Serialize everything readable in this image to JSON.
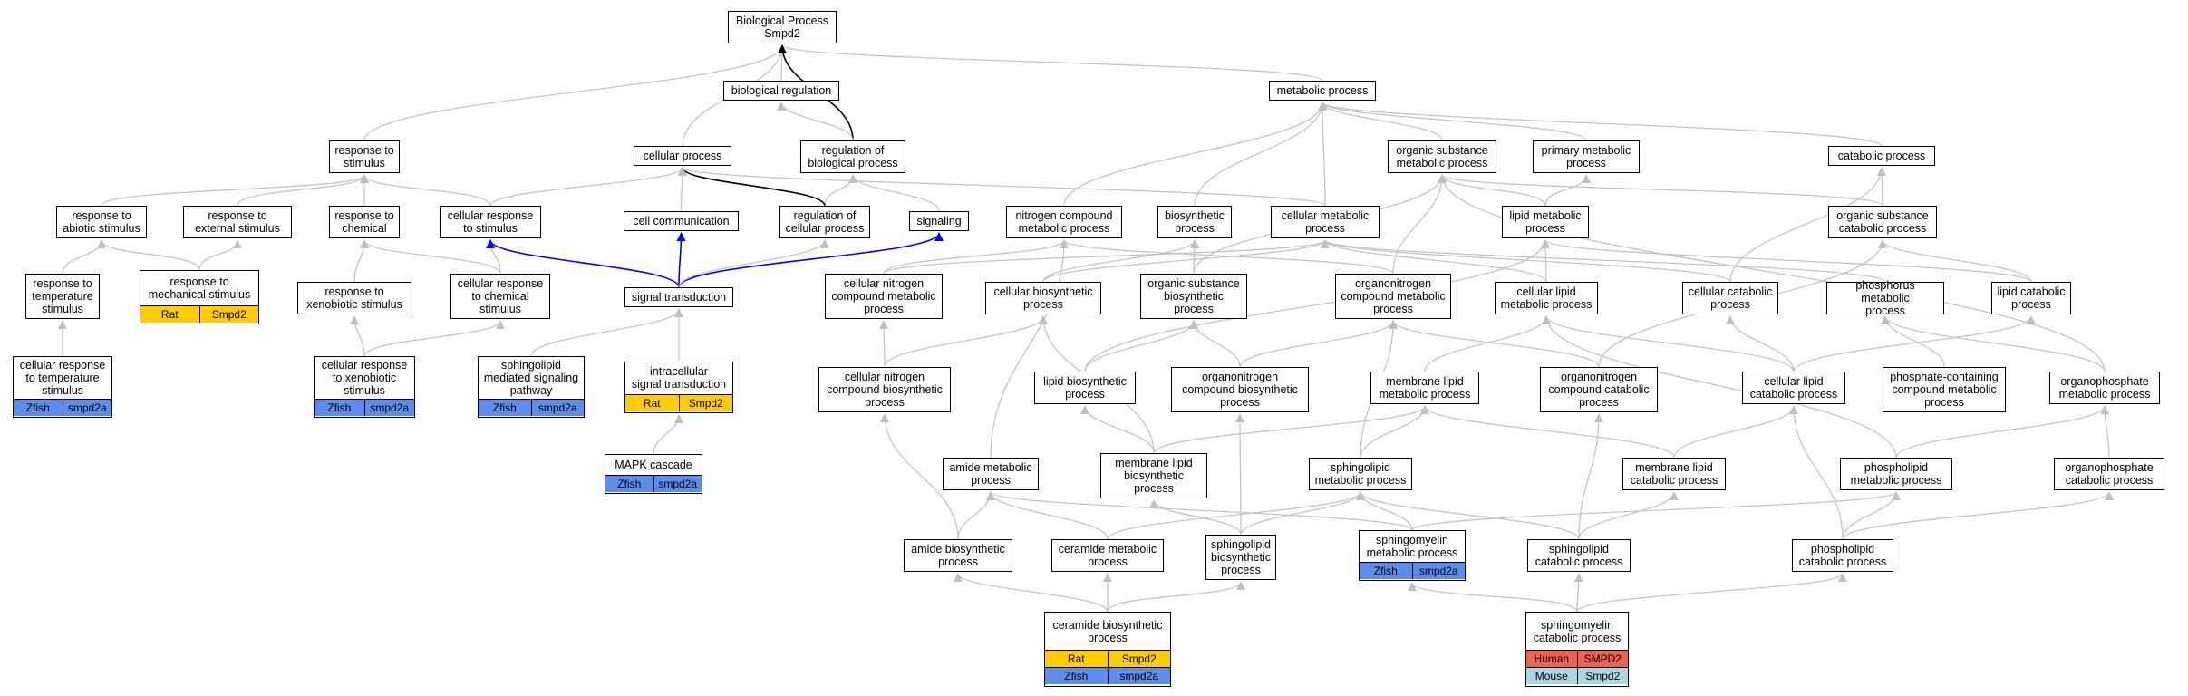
{
  "nodes": [
    {
      "id": "bp",
      "label": "Biological Process\nSmpd2"
    },
    {
      "id": "bioreg",
      "label": "biological regulation"
    },
    {
      "id": "metab",
      "label": "metabolic process"
    },
    {
      "id": "resp_stim",
      "label": "response to\nstimulus"
    },
    {
      "id": "cell_proc",
      "label": "cellular process"
    },
    {
      "id": "reg_bio",
      "label": "regulation of\nbiological process"
    },
    {
      "id": "org_sub_met",
      "label": "organic substance\nmetabolic process"
    },
    {
      "id": "prim_met",
      "label": "primary metabolic\nprocess"
    },
    {
      "id": "catab",
      "label": "catabolic process"
    },
    {
      "id": "resp_abiotic",
      "label": "response to\nabiotic stimulus"
    },
    {
      "id": "resp_ext",
      "label": "response to\nexternal stimulus"
    },
    {
      "id": "resp_chem",
      "label": "response to\nchemical"
    },
    {
      "id": "cell_resp_stim",
      "label": "cellular response\nto stimulus"
    },
    {
      "id": "cell_comm",
      "label": "cell communication"
    },
    {
      "id": "reg_cell",
      "label": "regulation of\ncellular process"
    },
    {
      "id": "signaling",
      "label": "signaling"
    },
    {
      "id": "nitro_met",
      "label": "nitrogen compound\nmetabolic process"
    },
    {
      "id": "biosyn",
      "label": "biosynthetic\nprocess"
    },
    {
      "id": "cell_met",
      "label": "cellular metabolic\nprocess"
    },
    {
      "id": "lipid_met",
      "label": "lipid metabolic\nprocess"
    },
    {
      "id": "org_sub_cat",
      "label": "organic substance\ncatabolic process"
    },
    {
      "id": "resp_temp",
      "label": "response to\ntemperature\nstimulus"
    },
    {
      "id": "resp_mech",
      "label": "response to\nmechanical stimulus",
      "species": [
        [
          "Rat",
          "Smpd2",
          "rat"
        ]
      ]
    },
    {
      "id": "resp_xeno",
      "label": "response to\nxenobiotic stimulus"
    },
    {
      "id": "cell_resp_chem",
      "label": "cellular response\nto chemical\nstimulus"
    },
    {
      "id": "sig_trans",
      "label": "signal transduction"
    },
    {
      "id": "cell_nitro_met",
      "label": "cellular nitrogen\ncompound metabolic\nprocess"
    },
    {
      "id": "cell_biosyn",
      "label": "cellular biosynthetic\nprocess"
    },
    {
      "id": "org_sub_biosyn",
      "label": "organic substance\nbiosynthetic\nprocess"
    },
    {
      "id": "organonitro_met",
      "label": "organonitrogen\ncompound metabolic\nprocess"
    },
    {
      "id": "cell_lipid_met",
      "label": "cellular lipid\nmetabolic process"
    },
    {
      "id": "cell_catab",
      "label": "cellular catabolic\nprocess"
    },
    {
      "id": "phos_met",
      "label": "phosphorus metabolic\nprocess"
    },
    {
      "id": "lipid_cat",
      "label": "lipid catabolic\nprocess"
    },
    {
      "id": "cell_resp_temp",
      "label": "cellular response\nto temperature\nstimulus",
      "species": [
        [
          "Zfish",
          "smpd2a",
          "zfish"
        ]
      ]
    },
    {
      "id": "cell_resp_xeno",
      "label": "cellular response\nto xenobiotic\nstimulus",
      "species": [
        [
          "Zfish",
          "smpd2a",
          "zfish"
        ]
      ]
    },
    {
      "id": "sphingo_sig",
      "label": "sphingolipid\nmediated signaling\npathway",
      "species": [
        [
          "Zfish",
          "smpd2a",
          "zfish"
        ]
      ]
    },
    {
      "id": "intra_sig",
      "label": "intracellular\nsignal transduction",
      "species": [
        [
          "Rat",
          "Smpd2",
          "rat"
        ]
      ]
    },
    {
      "id": "cell_nitro_biosyn",
      "label": "cellular nitrogen\ncompound biosynthetic\nprocess"
    },
    {
      "id": "lipid_biosyn",
      "label": "lipid biosynthetic\nprocess"
    },
    {
      "id": "organonitro_biosyn",
      "label": "organonitrogen\ncompound biosynthetic\nprocess"
    },
    {
      "id": "mem_lipid_met",
      "label": "membrane lipid\nmetabolic process"
    },
    {
      "id": "organonitro_cat",
      "label": "organonitrogen\ncompound catabolic\nprocess"
    },
    {
      "id": "cell_lipid_cat",
      "label": "cellular lipid\ncatabolic process"
    },
    {
      "id": "phos_cont_met",
      "label": "phosphate-containing\ncompound metabolic\nprocess"
    },
    {
      "id": "organophos_met",
      "label": "organophosphate\nmetabolic process"
    },
    {
      "id": "mapk",
      "label": "MAPK cascade",
      "species": [
        [
          "Zfish",
          "smpd2a",
          "zfish"
        ]
      ]
    },
    {
      "id": "amide_met",
      "label": "amide metabolic\nprocess"
    },
    {
      "id": "mem_lipid_biosyn",
      "label": "membrane lipid\nbiosynthetic\nprocess"
    },
    {
      "id": "sphingolipid_met",
      "label": "sphingolipid\nmetabolic process"
    },
    {
      "id": "mem_lipid_cat",
      "label": "membrane lipid\ncatabolic process"
    },
    {
      "id": "phospholipid_met",
      "label": "phospholipid\nmetabolic process"
    },
    {
      "id": "organophos_cat",
      "label": "organophosphate\ncatabolic process"
    },
    {
      "id": "amide_biosyn",
      "label": "amide biosynthetic\nprocess"
    },
    {
      "id": "ceramide_met",
      "label": "ceramide metabolic\nprocess"
    },
    {
      "id": "sphingolipid_biosyn",
      "label": "sphingolipid\nbiosynthetic\nprocess"
    },
    {
      "id": "sphingomyelin_met",
      "label": "sphingomyelin\nmetabolic process",
      "species": [
        [
          "Zfish",
          "smpd2a",
          "zfish"
        ]
      ]
    },
    {
      "id": "sphingolipid_cat",
      "label": "sphingolipid\ncatabolic process"
    },
    {
      "id": "phospholipid_cat",
      "label": "phospholipid\ncatabolic process"
    },
    {
      "id": "ceramide_biosyn",
      "label": "ceramide biosynthetic\nprocess",
      "species": [
        [
          "Rat",
          "Smpd2",
          "rat"
        ],
        [
          "Zfish",
          "smpd2a",
          "zfish"
        ]
      ]
    },
    {
      "id": "sphingomyelin_cat",
      "label": "sphingomyelin\ncatabolic process",
      "species": [
        [
          "Human",
          "SMPD2",
          "human"
        ],
        [
          "Mouse",
          "Smpd2",
          "mouse"
        ]
      ]
    }
  ],
  "edges": [
    [
      "bioreg",
      "bp",
      "gray"
    ],
    [
      "metab",
      "bp",
      "gray"
    ],
    [
      "resp_stim",
      "bp",
      "gray"
    ],
    [
      "cell_proc",
      "bp",
      "gray"
    ],
    [
      "reg_bio",
      "bp",
      "black"
    ],
    [
      "reg_bio",
      "bioreg",
      "gray"
    ],
    [
      "reg_cell",
      "reg_bio",
      "gray"
    ],
    [
      "signaling",
      "reg_bio",
      "gray"
    ],
    [
      "resp_abiotic",
      "resp_stim",
      "gray"
    ],
    [
      "resp_ext",
      "resp_stim",
      "gray"
    ],
    [
      "resp_chem",
      "resp_stim",
      "gray"
    ],
    [
      "cell_resp_stim",
      "resp_stim",
      "gray"
    ],
    [
      "cell_resp_stim",
      "cell_proc",
      "gray"
    ],
    [
      "cell_comm",
      "cell_proc",
      "gray"
    ],
    [
      "reg_cell",
      "cell_proc",
      "black"
    ],
    [
      "cell_met",
      "cell_proc",
      "gray"
    ],
    [
      "org_sub_met",
      "metab",
      "gray"
    ],
    [
      "prim_met",
      "metab",
      "gray"
    ],
    [
      "catab",
      "metab",
      "gray"
    ],
    [
      "nitro_met",
      "metab",
      "gray"
    ],
    [
      "biosyn",
      "metab",
      "gray"
    ],
    [
      "cell_met",
      "metab",
      "gray"
    ],
    [
      "lipid_met",
      "org_sub_met",
      "gray"
    ],
    [
      "org_sub_cat",
      "org_sub_met",
      "gray"
    ],
    [
      "organonitro_met",
      "org_sub_met",
      "gray"
    ],
    [
      "org_sub_biosyn",
      "org_sub_met",
      "gray"
    ],
    [
      "lipid_met",
      "prim_met",
      "gray"
    ],
    [
      "org_sub_cat",
      "catab",
      "gray"
    ],
    [
      "cell_catab",
      "catab",
      "gray"
    ],
    [
      "resp_temp",
      "resp_abiotic",
      "gray"
    ],
    [
      "resp_mech",
      "resp_abiotic",
      "gray"
    ],
    [
      "resp_mech",
      "resp_ext",
      "gray"
    ],
    [
      "resp_xeno",
      "resp_chem",
      "gray"
    ],
    [
      "cell_resp_chem",
      "resp_chem",
      "gray"
    ],
    [
      "cell_resp_chem",
      "cell_resp_stim",
      "gray"
    ],
    [
      "sig_trans",
      "cell_resp_stim",
      "blue"
    ],
    [
      "sig_trans",
      "cell_comm",
      "blue"
    ],
    [
      "sig_trans",
      "signaling",
      "blue"
    ],
    [
      "sig_trans",
      "reg_cell",
      "gray"
    ],
    [
      "cell_resp_temp",
      "resp_temp",
      "gray"
    ],
    [
      "cell_resp_xeno",
      "resp_xeno",
      "gray"
    ],
    [
      "cell_resp_xeno",
      "cell_resp_chem",
      "gray"
    ],
    [
      "sphingo_sig",
      "sig_trans",
      "gray"
    ],
    [
      "intra_sig",
      "sig_trans",
      "gray"
    ],
    [
      "mapk",
      "intra_sig",
      "gray"
    ],
    [
      "cell_nitro_met",
      "nitro_met",
      "gray"
    ],
    [
      "cell_nitro_met",
      "cell_met",
      "gray"
    ],
    [
      "organonitro_met",
      "nitro_met",
      "gray"
    ],
    [
      "cell_biosyn",
      "biosyn",
      "gray"
    ],
    [
      "cell_biosyn",
      "cell_met",
      "gray"
    ],
    [
      "org_sub_biosyn",
      "biosyn",
      "gray"
    ],
    [
      "cell_lipid_met",
      "lipid_met",
      "gray"
    ],
    [
      "cell_lipid_met",
      "cell_met",
      "gray"
    ],
    [
      "cell_catab",
      "cell_met",
      "gray"
    ],
    [
      "phos_met",
      "cell_met",
      "gray"
    ],
    [
      "lipid_cat",
      "lipid_met",
      "gray"
    ],
    [
      "lipid_cat",
      "org_sub_cat",
      "gray"
    ],
    [
      "cell_nitro_biosyn",
      "cell_nitro_met",
      "gray"
    ],
    [
      "cell_nitro_biosyn",
      "cell_biosyn",
      "gray"
    ],
    [
      "lipid_biosyn",
      "lipid_met",
      "gray"
    ],
    [
      "lipid_biosyn",
      "org_sub_biosyn",
      "gray"
    ],
    [
      "organonitro_biosyn",
      "organonitro_met",
      "gray"
    ],
    [
      "organonitro_biosyn",
      "org_sub_biosyn",
      "gray"
    ],
    [
      "mem_lipid_met",
      "cell_lipid_met",
      "gray"
    ],
    [
      "organonitro_cat",
      "organonitro_met",
      "gray"
    ],
    [
      "organonitro_cat",
      "org_sub_cat",
      "gray"
    ],
    [
      "cell_lipid_cat",
      "cell_lipid_met",
      "gray"
    ],
    [
      "cell_lipid_cat",
      "cell_catab",
      "gray"
    ],
    [
      "cell_lipid_cat",
      "lipid_cat",
      "gray"
    ],
    [
      "phos_cont_met",
      "phos_met",
      "gray"
    ],
    [
      "organophos_met",
      "phos_met",
      "gray"
    ],
    [
      "organophos_met",
      "org_sub_met",
      "gray"
    ],
    [
      "amide_met",
      "nitro_met",
      "gray"
    ],
    [
      "mem_lipid_biosyn",
      "mem_lipid_met",
      "gray"
    ],
    [
      "mem_lipid_biosyn",
      "lipid_biosyn",
      "gray"
    ],
    [
      "mem_lipid_biosyn",
      "cell_biosyn",
      "gray"
    ],
    [
      "sphingolipid_met",
      "mem_lipid_met",
      "gray"
    ],
    [
      "sphingolipid_met",
      "organonitro_met",
      "gray"
    ],
    [
      "mem_lipid_cat",
      "mem_lipid_met",
      "gray"
    ],
    [
      "mem_lipid_cat",
      "cell_lipid_cat",
      "gray"
    ],
    [
      "phospholipid_met",
      "organophos_met",
      "gray"
    ],
    [
      "phospholipid_met",
      "cell_lipid_met",
      "gray"
    ],
    [
      "organophos_cat",
      "organophos_met",
      "gray"
    ],
    [
      "amide_biosyn",
      "amide_met",
      "gray"
    ],
    [
      "amide_biosyn",
      "cell_nitro_biosyn",
      "gray"
    ],
    [
      "ceramide_met",
      "amide_met",
      "gray"
    ],
    [
      "ceramide_met",
      "sphingolipid_met",
      "gray"
    ],
    [
      "sphingolipid_biosyn",
      "sphingolipid_met",
      "gray"
    ],
    [
      "sphingolipid_biosyn",
      "mem_lipid_biosyn",
      "gray"
    ],
    [
      "sphingolipid_biosyn",
      "organonitro_biosyn",
      "gray"
    ],
    [
      "sphingomyelin_met",
      "sphingolipid_met",
      "gray"
    ],
    [
      "sphingomyelin_met",
      "phospholipid_met",
      "gray"
    ],
    [
      "sphingomyelin_met",
      "amide_met",
      "gray"
    ],
    [
      "sphingolipid_cat",
      "sphingolipid_met",
      "gray"
    ],
    [
      "sphingolipid_cat",
      "mem_lipid_cat",
      "gray"
    ],
    [
      "sphingolipid_cat",
      "organonitro_cat",
      "gray"
    ],
    [
      "phospholipid_cat",
      "phospholipid_met",
      "gray"
    ],
    [
      "phospholipid_cat",
      "organophos_cat",
      "gray"
    ],
    [
      "phospholipid_cat",
      "cell_lipid_cat",
      "gray"
    ],
    [
      "ceramide_biosyn",
      "ceramide_met",
      "gray"
    ],
    [
      "ceramide_biosyn",
      "amide_biosyn",
      "gray"
    ],
    [
      "ceramide_biosyn",
      "sphingolipid_biosyn",
      "gray"
    ],
    [
      "sphingomyelin_cat",
      "sphingomyelin_met",
      "gray"
    ],
    [
      "sphingomyelin_cat",
      "sphingolipid_cat",
      "gray"
    ],
    [
      "sphingomyelin_cat",
      "phospholipid_cat",
      "gray"
    ]
  ],
  "colors": {
    "gray": "#c0c0c0",
    "black": "#000000",
    "blue": "#0000ff"
  }
}
